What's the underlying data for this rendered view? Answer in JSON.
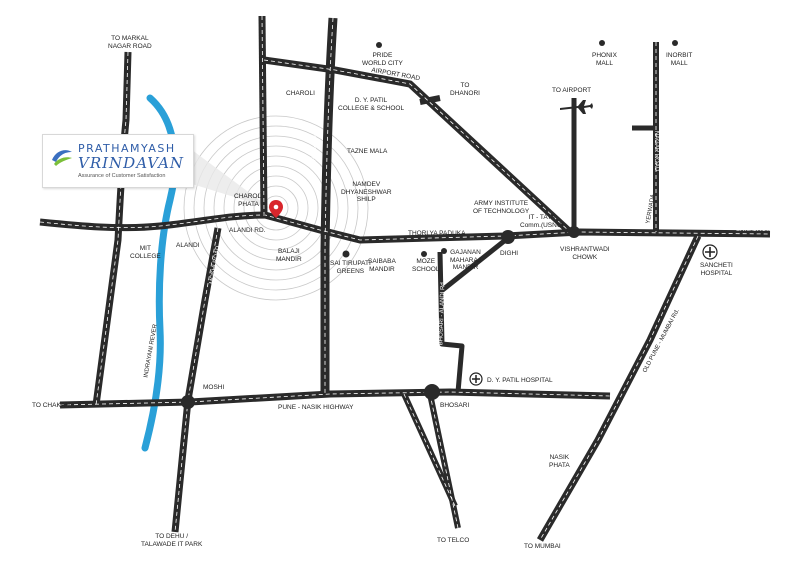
{
  "logo": {
    "line1": "PRATHAMYASH",
    "line2": "VRINDAVAN",
    "tagline": "Assurance of Customer Satisfaction"
  },
  "colors": {
    "road": "#2a2a2a",
    "river": "#2aa0d8",
    "marker": "#d9262c",
    "dash": "#ffffff"
  },
  "labels": {
    "to_markal": "TO MARKAL\nNAGAR ROAD",
    "pride": "PRIDE\nWORLD CITY",
    "phonix": "PHONIX\nMALL",
    "inorbit": "INORBIT\nMALL",
    "airport_road": "AIRPORT ROAD",
    "to_dhanori": "TO\nDHANORI",
    "to_airport": "TO AIRPORT",
    "charoli": "CHAROLI",
    "dy_patil_college": "D. Y. PATIL\nCOLLEGE & SCHOOL",
    "ring_road": "RING ROAD",
    "tazne_mala": "TAZNE MALA",
    "namdev": "NAMDEV\nDHYANESHWAR\nSHILP",
    "charoli_phata": "CHAROLI\nPHATA",
    "army": "ARMY INSTITUTE\nOF TECHNOLOGY",
    "it_tata": "IT - TATA\nComm.(USNC)",
    "yerwada": "YERWADA",
    "shivaji_nagar": "SHIVAJI NAGAR",
    "nagar_road": "NAGAR ROAD",
    "alandi_rd": "ALANDI RD.",
    "alandi": "ALANDI",
    "mit_college": "MIT\nCOLLEGE",
    "balaji_mandir": "BALAJI\nMANDIR",
    "sai_tirupati": "SAI TIRUPATI\nGREENS",
    "saibaba": "SAIBABA\nMANDIR",
    "moze": "MOZE\nSCHOOL",
    "gajanan": "GAJANAN\nMAHARAJ\nMANDIR",
    "tholya": "THORLYA PADUKA",
    "dighi": "DIGHI",
    "vishrantwadi": "VISHRANTWADI\nCHOWK",
    "sancheti": "SANCHETI\nHOSPITAL",
    "moshi_road": "MOSHI ROAD",
    "indrayani": "INDRAYANI REVER",
    "bhosari_alandi": "BHOSARI - ALANDI Rd.",
    "old_pune": "OLD PUNE - MUMBAI Rd.",
    "moshi": "MOSHI",
    "to_chakan": "TO CHAKAN",
    "pune_nasik": "PUNE - NASIK HIGHWAY",
    "bhosari": "BHOSARI",
    "dy_patil_hosp": "D. Y. PATIL HOSPITAL",
    "nasik_phata": "NASIK\nPHATA",
    "to_dehu": "TO DEHU /\nTALAWADE IT PARK",
    "to_telco": "TO TELCO",
    "to_mumbai": "TO MUMBAI"
  }
}
